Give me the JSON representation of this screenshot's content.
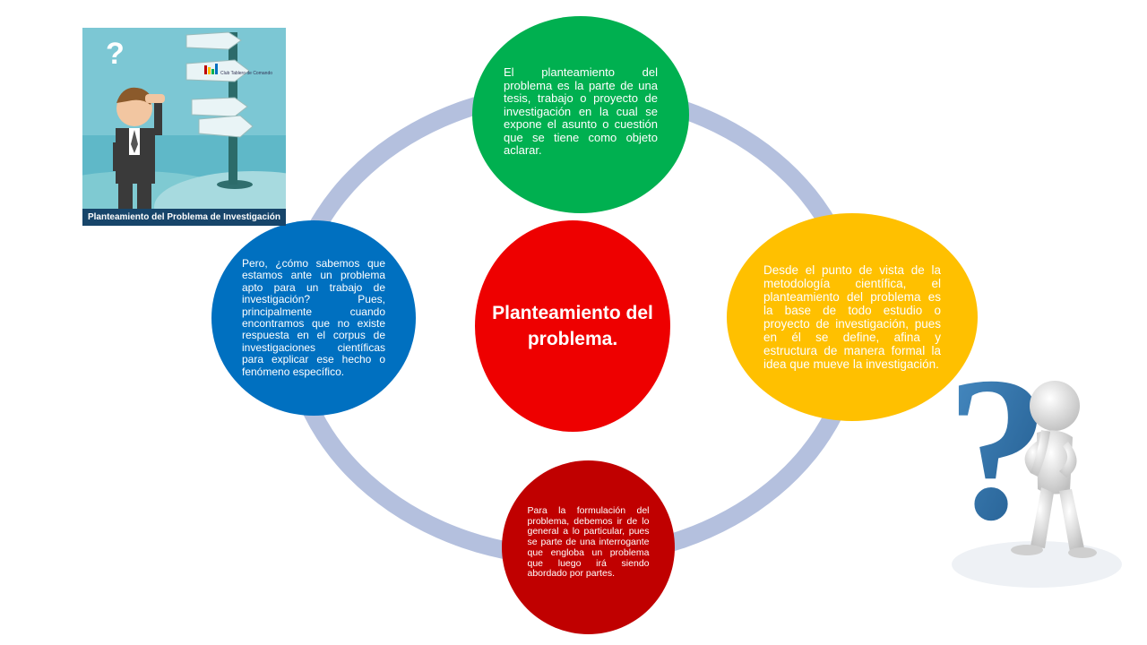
{
  "center": {
    "text": "Planteamiento del problema."
  },
  "bubbles": {
    "top": "El planteamiento del problema es la parte de una tesis, trabajo o proyecto de investigación en la cual se expone el asunto o cuestión que se tiene como objeto aclarar.",
    "right": "Desde el punto de vista de la metodología científica, el planteamiento del problema es la base de todo estudio o proyecto de investigación, pues en él se define, afina y estructura de manera formal la idea que mueve la investigación.",
    "bottom": "Para la formulación del problema, debemos ir de lo general a lo particular, pues se parte de una interrogante que engloba un problema que luego irá siendo abordado por partes.",
    "left": "Pero, ¿cómo sabemos que estamos ante un problema apto para un trabajo de investigación? Pues, principalmente cuando encontramos que no existe respuesta en el corpus de investigaciones científicas para explicar ese hecho o fenómeno específico."
  },
  "illustration": {
    "caption": "Planteamiento del Problema de Investigación",
    "sign_text": "Club Tablero de Comando",
    "question_mark": "?"
  },
  "figure": {
    "question_mark": "?"
  },
  "colors": {
    "ring": "#b4c0de",
    "center": "#ee0000",
    "top": "#00b050",
    "right": "#ffc000",
    "bottom": "#c00000",
    "left": "#0070c0"
  }
}
